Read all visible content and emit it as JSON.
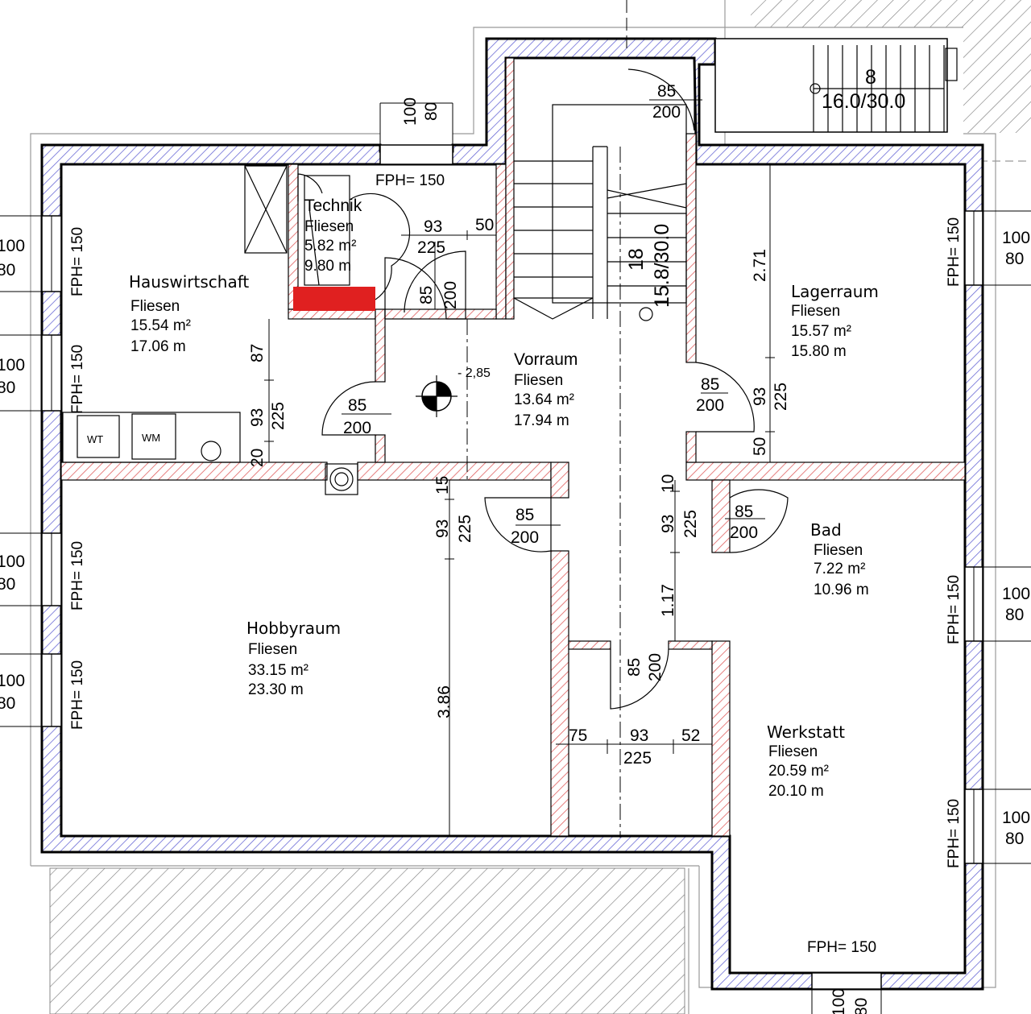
{
  "rooms": {
    "hauswirtschaft": {
      "name": "Hauswirtschaft",
      "floor": "Fliesen",
      "area": "15.54 m²",
      "perimeter": "17.06 m"
    },
    "technik": {
      "name": "Technik",
      "floor": "Fliesen",
      "area": "5.82 m²",
      "perimeter": "9.80 m"
    },
    "vorraum": {
      "name": "Vorraum",
      "floor": "Fliesen",
      "area": "13.64 m²",
      "perimeter": "17.94 m"
    },
    "lagerraum": {
      "name": "Lagerraum",
      "floor": "Fliesen",
      "area": "15.57 m²",
      "perimeter": "15.80 m"
    },
    "hobbyraum": {
      "name": "Hobbyraum",
      "floor": "Fliesen",
      "area": "33.15 m²",
      "perimeter": "23.30 m"
    },
    "bad": {
      "name": "Bad",
      "floor": "Fliesen",
      "area": "7.22 m²",
      "perimeter": "10.96 m"
    },
    "werkstatt": {
      "name": "Werkstatt",
      "floor": "Fliesen",
      "area": "20.59 m²",
      "perimeter": "20.10 m"
    }
  },
  "fph": "FPH= 150",
  "stairs": {
    "landing_count": "8",
    "landing_ratio": "16.0/30.0",
    "main_count": "18",
    "main_ratio": "15.8/30.0"
  },
  "level": "- 2,85",
  "appliances": {
    "wt": "WT",
    "wm": "WM"
  },
  "windows": {
    "width": "100",
    "height": "80"
  },
  "doors": {
    "width": "85",
    "height": "200"
  },
  "dims": {
    "d93": "93",
    "d225": "225",
    "d50": "50",
    "d87": "87",
    "d20": "20",
    "d15": "15",
    "d10": "10",
    "d75": "75",
    "d52": "52",
    "d271": "2.71",
    "d386": "3.86",
    "d117": "1.17"
  }
}
